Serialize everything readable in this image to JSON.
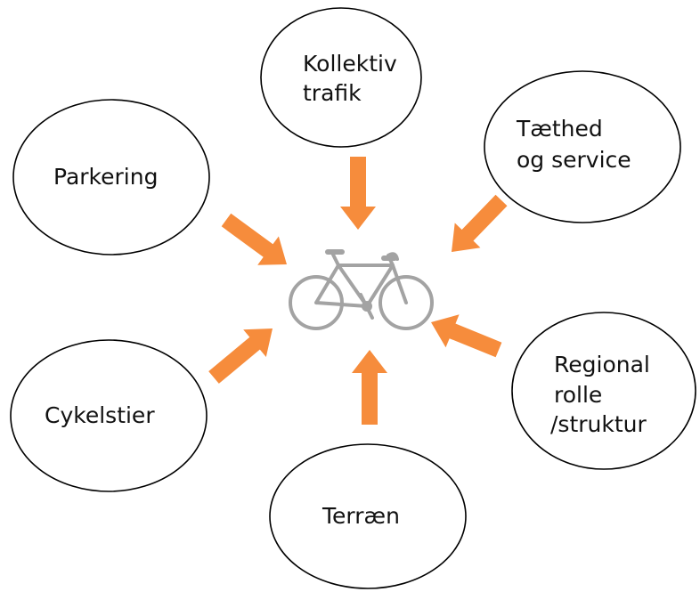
{
  "diagram": {
    "center": {
      "icon": "bicycle-icon"
    },
    "nodes": {
      "kollektiv": {
        "line1": "Kollektiv",
        "line2": "trafik"
      },
      "taethed": {
        "line1": "Tæthed",
        "line2": "og service"
      },
      "parkering": {
        "line1": "Parkering"
      },
      "regional": {
        "line1": "Regional",
        "line2": "rolle",
        "line3": "/struktur"
      },
      "cykelstier": {
        "line1": "Cykelstier"
      },
      "terraen": {
        "line1": "Terræn"
      }
    },
    "colors": {
      "arrow": "#f68c3c",
      "bicycle": "#a3a3a3",
      "outline": "#000000"
    }
  }
}
